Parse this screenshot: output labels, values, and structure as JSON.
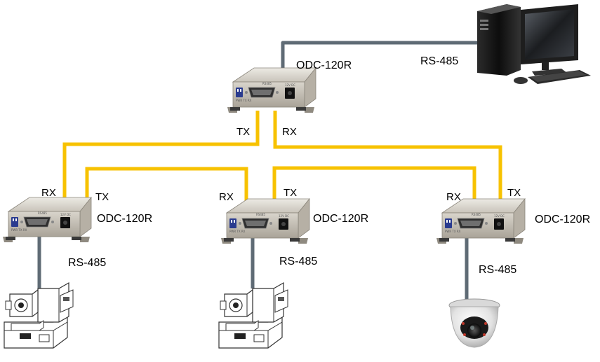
{
  "colors": {
    "fiber": "#f7c200",
    "rs485_cable": "#5f6b75",
    "device_body": "#d6d2c9",
    "connector": "#2a3b8f"
  },
  "devices": {
    "master_label": "ODC-120R",
    "slave_left_label": "ODC-120R",
    "slave_mid_label": "ODC-120R",
    "slave_right_label": "ODC-120R"
  },
  "ports": {
    "master_tx": "TX",
    "master_rx": "RX",
    "left_rx": "RX",
    "left_tx": "TX",
    "mid_rx": "RX",
    "mid_tx": "TX",
    "right_rx": "RX",
    "right_tx": "TX"
  },
  "links": {
    "pc_link": "RS-485",
    "left_link": "RS-485",
    "mid_link": "RS-485",
    "right_link": "RS-485"
  },
  "endpoints": {
    "top": "computer-icon",
    "left": "cnc-machine-icon",
    "mid": "cnc-machine-icon",
    "right": "dome-camera-icon"
  }
}
